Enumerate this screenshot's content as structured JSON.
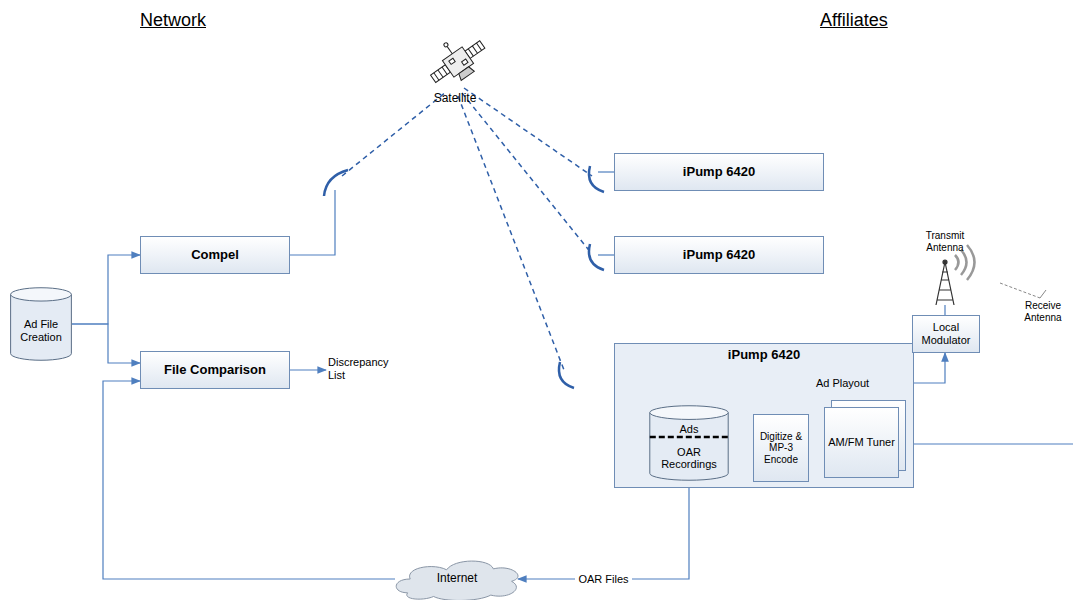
{
  "diagram": {
    "nodes": [
      {
        "text": [
          "Ad File Creation"
        ]
      },
      {
        "text": [
          "Compel"
        ]
      },
      {
        "text": [
          "File Comparison"
        ]
      },
      {
        "text": [
          "iPump 6420"
        ]
      },
      {
        "text": [
          "iPump 6420"
        ]
      },
      {
        "text": [
          "iPump 6420"
        ]
      },
      {
        "text": [
          "Ads",
          "OAR Recordings"
        ],
        "in": 5
      },
      {
        "text": [
          "Digitize & MP-3 Encode"
        ],
        "in": 5
      },
      {
        "text": [
          "AM/FM Tuner"
        ],
        "in": 5
      },
      {
        "text": [
          "Local Modulator"
        ]
      },
      {
        "text": [
          "Internet"
        ]
      }
    ],
    "edges": [
      {
        "from": 0,
        "to": 1,
        "arrow": "to"
      },
      {
        "from": 0,
        "to": 2,
        "arrow": "to"
      },
      {
        "from": 6,
        "to": 9,
        "label": "Ad Playout",
        "arrow": "to"
      },
      {
        "from": 6,
        "to": 10,
        "label": "OAR Files",
        "arrow": "to"
      },
      {
        "from": 10,
        "to": 2,
        "arrow": "to"
      },
      {
        "from": 7,
        "to": 6,
        "arrow": "to"
      },
      {
        "from": 8,
        "to": 7,
        "arrow": "to"
      }
    ],
    "labels": [
      "Network",
      "Affiliates",
      "Satellite",
      "Discrepancy List",
      "Transmit Antenna",
      "Receive Antenna"
    ]
  }
}
